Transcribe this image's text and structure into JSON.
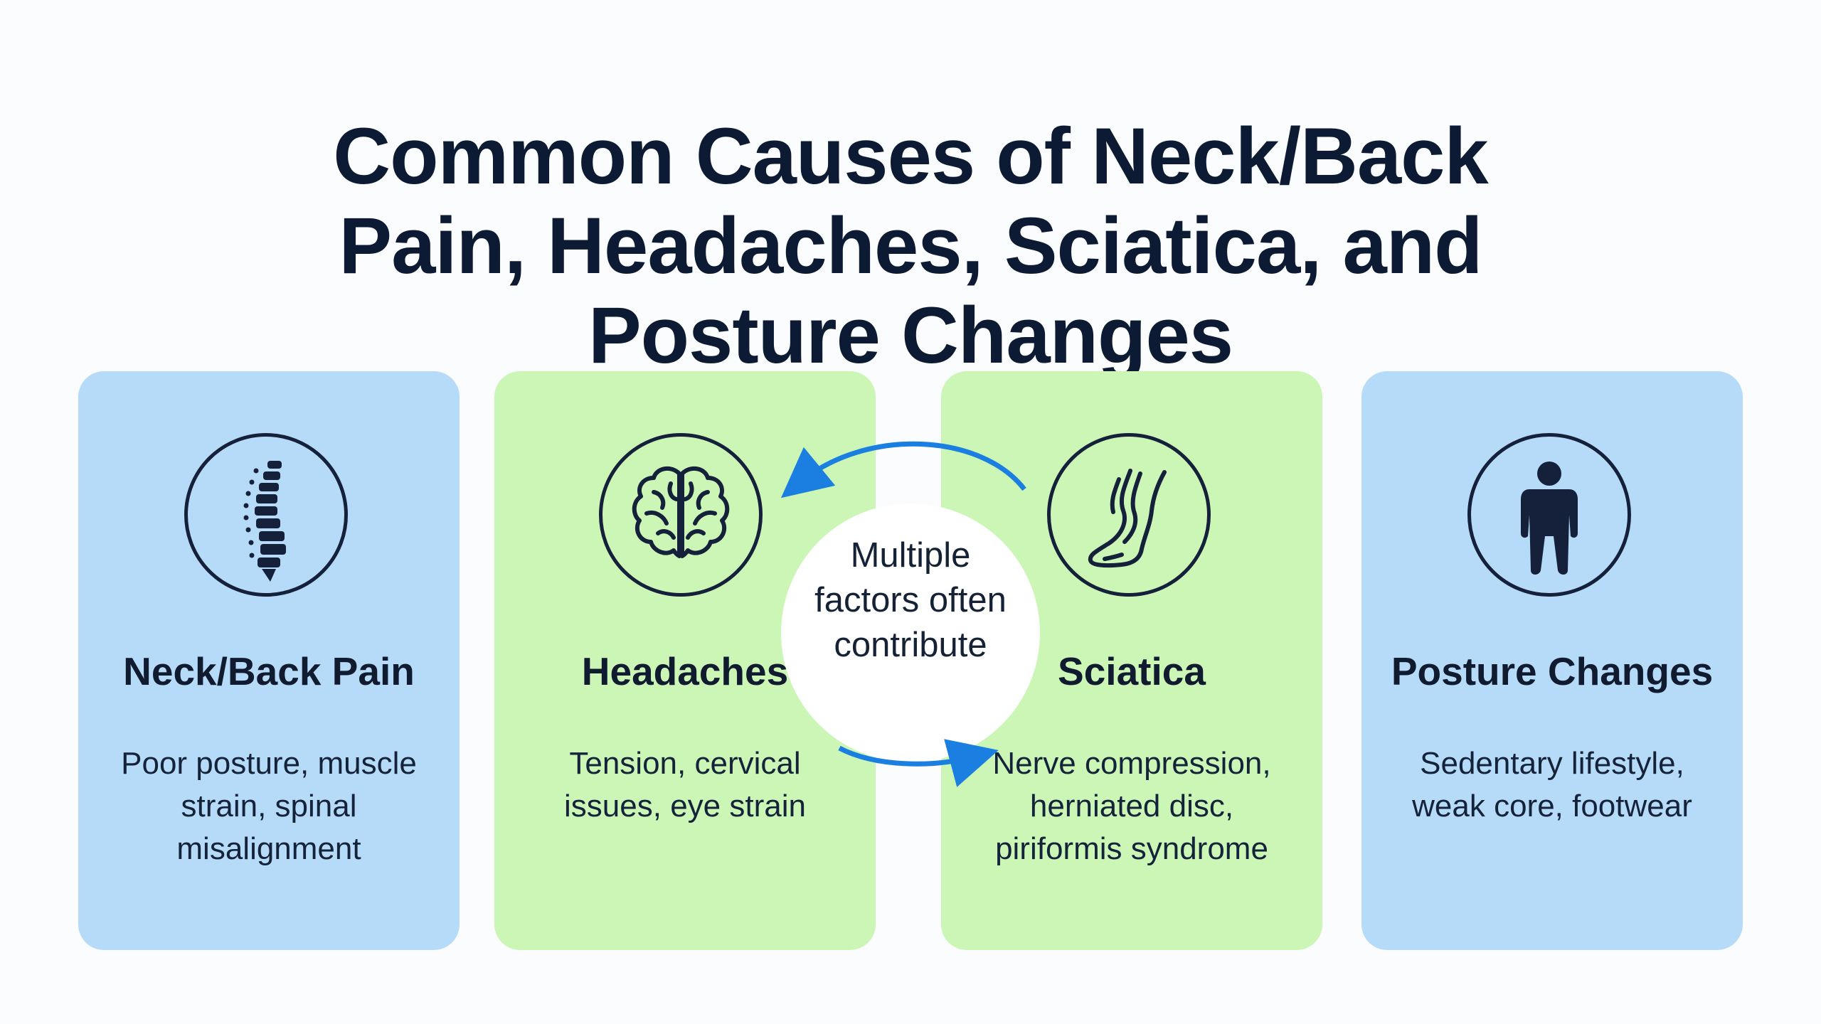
{
  "title": {
    "line1": "Common Causes of Neck/Back",
    "line2": "Pain, Headaches, Sciatica, and",
    "line3": "Posture Changes"
  },
  "center": {
    "line1": "Multiple",
    "line2": "factors often",
    "line3": "contribute"
  },
  "cards": [
    {
      "title": "Neck/Back Pain",
      "icon": "spine-icon",
      "desc": [
        "Poor posture, muscle",
        "strain, spinal",
        "misalignment"
      ]
    },
    {
      "title": "Headaches",
      "icon": "brain-icon",
      "desc": [
        "Tension, cervical",
        "issues, eye strain"
      ]
    },
    {
      "title": "Sciatica",
      "icon": "leg-nerve-icon",
      "desc": [
        "Nerve compression,",
        "herniated disc,",
        "piriformis syndrome"
      ]
    },
    {
      "title": "Posture Changes",
      "icon": "person-icon",
      "desc": [
        "Sedentary lifestyle,",
        "weak core, footwear"
      ]
    }
  ],
  "colors": {
    "blue_card": "#b6dbf9",
    "green_card": "#cbf6b6",
    "arrow": "#1a7fe0",
    "text": "#0c1a33"
  }
}
